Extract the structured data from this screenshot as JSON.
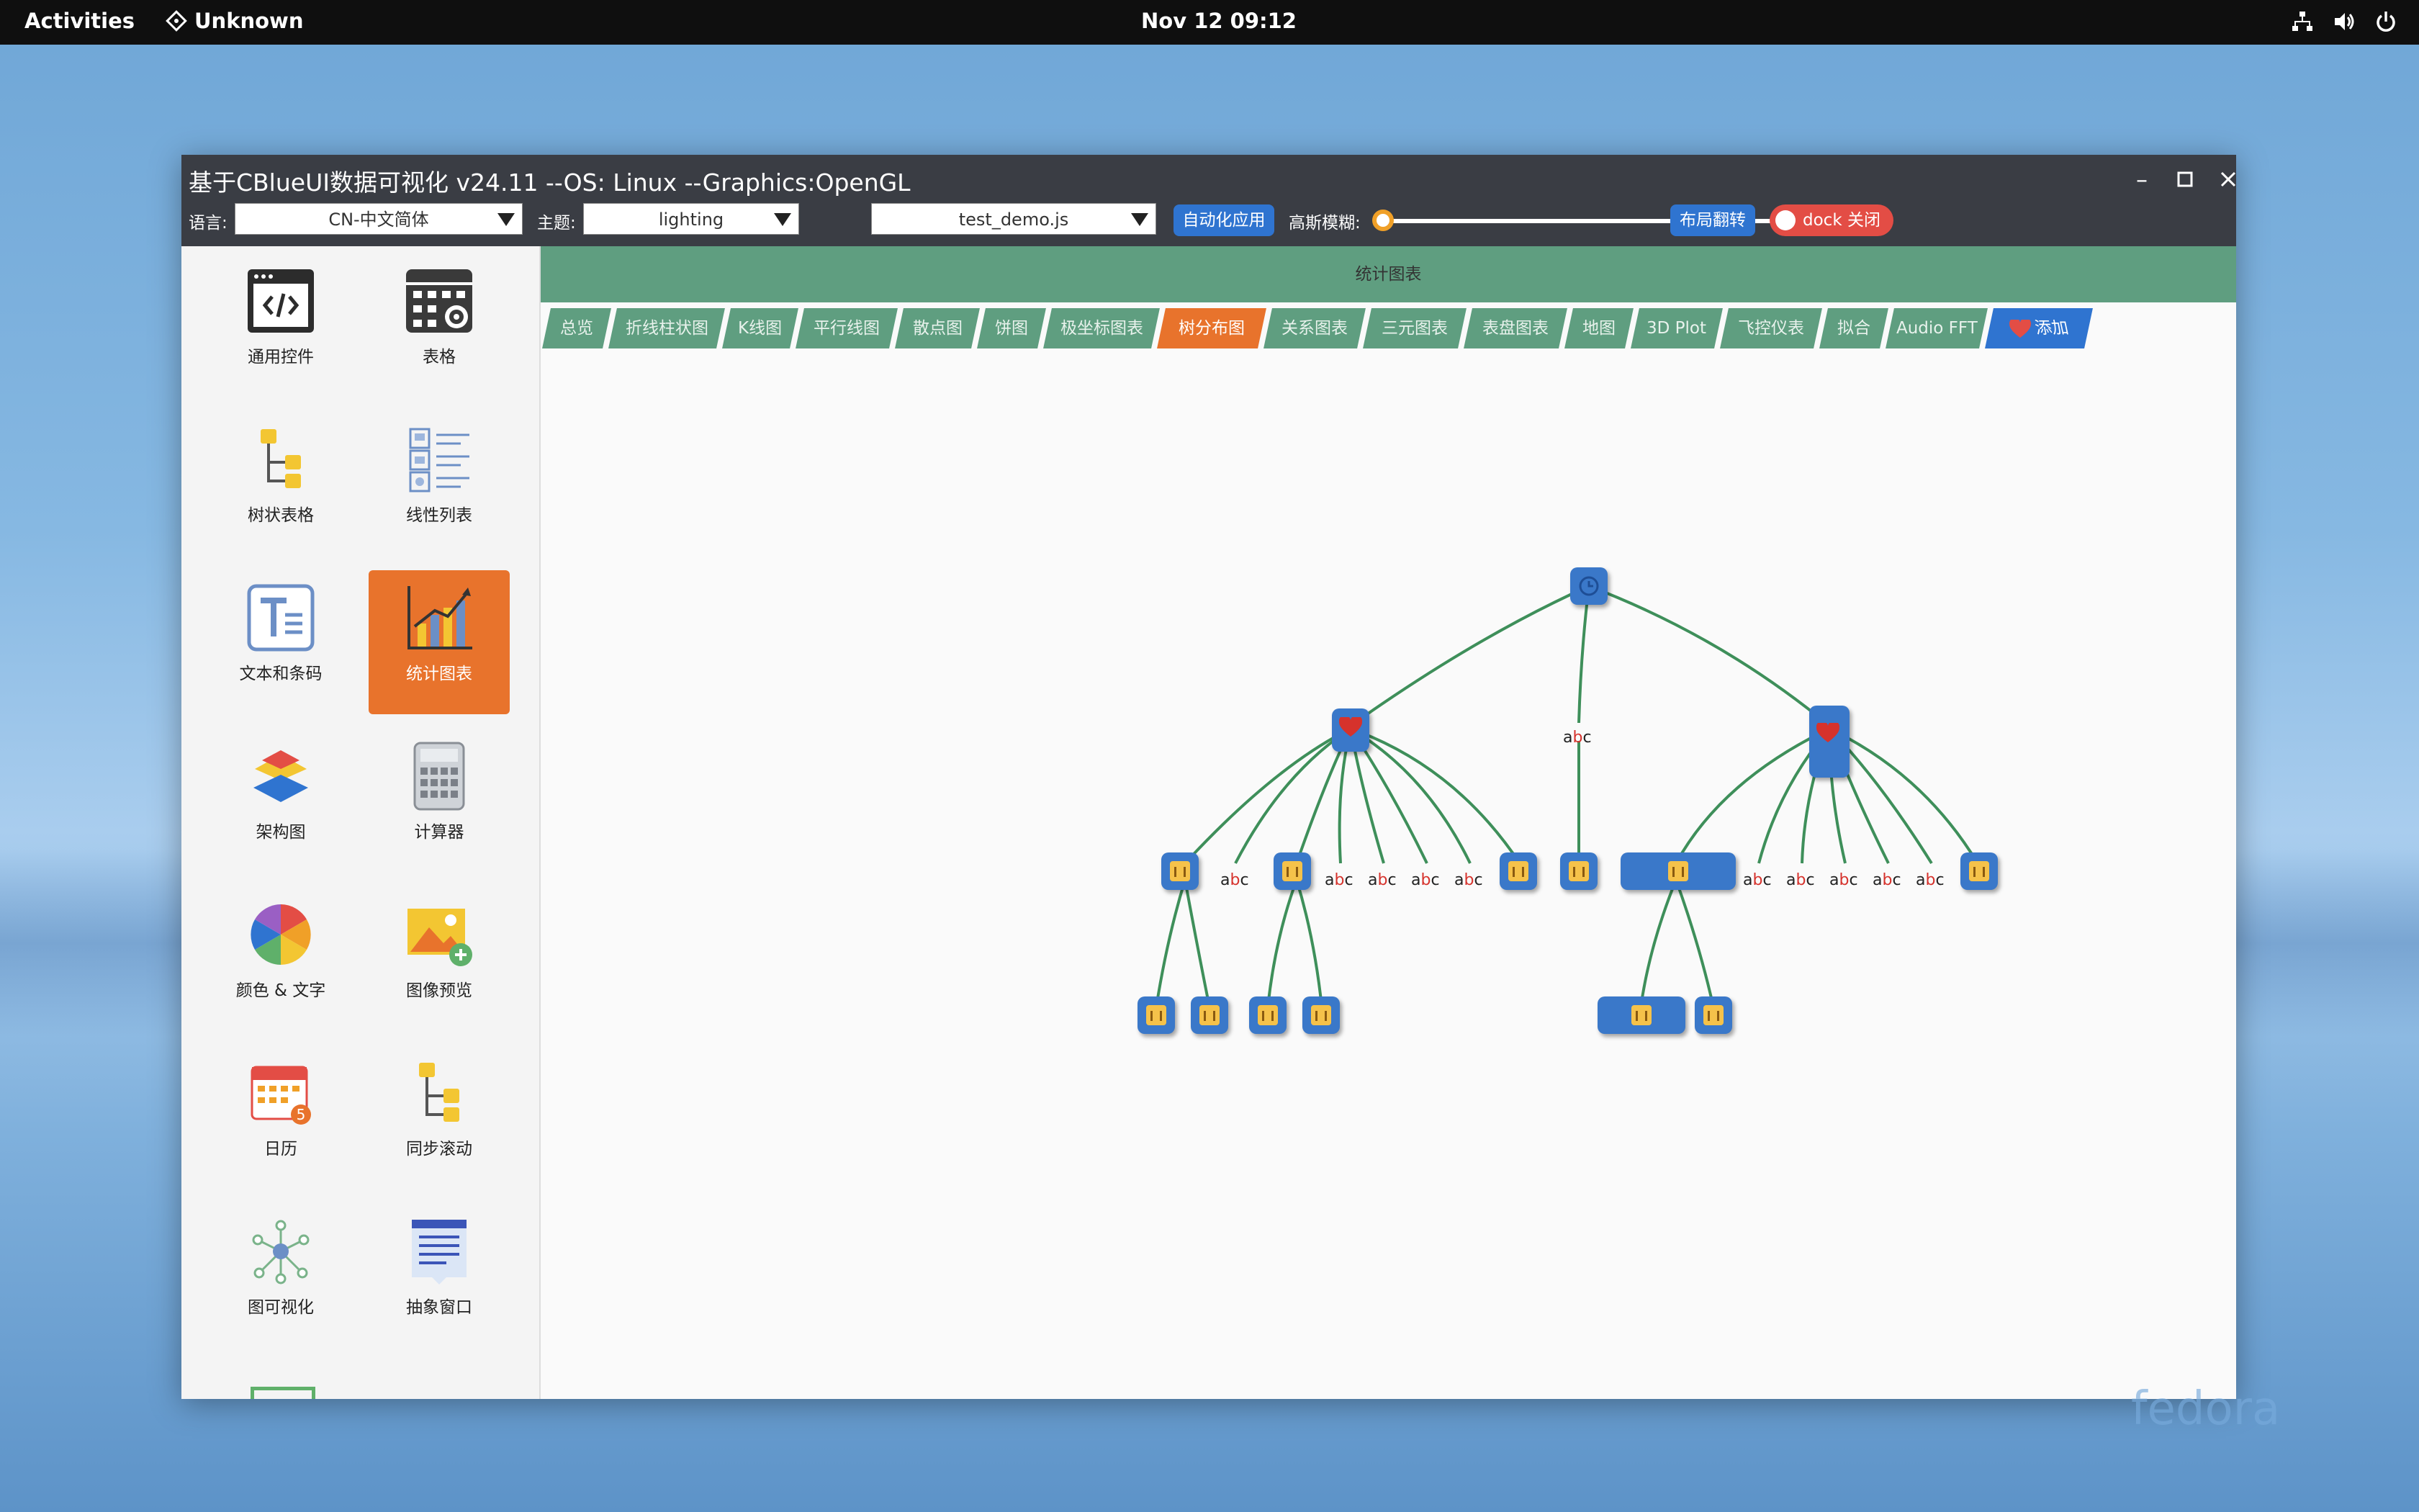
{
  "topbar": {
    "activities": "Activities",
    "app_name": "Unknown",
    "clock": "Nov 12  09:12"
  },
  "window": {
    "title": "基于CBlueUI数据可视化  v24.11  --OS: Linux  --Graphics:OpenGL",
    "toolbar": {
      "language_label": "语言:",
      "language_value": "CN-中文简体",
      "theme_label": "主题:",
      "theme_value": "lighting",
      "script_value": "test_demo.js",
      "auto_apply_label": "自动化应用",
      "blur_label": "高斯模糊:",
      "blur_value": 0,
      "flip_layout_label": "布局翻转",
      "dock_label": "dock 关闭"
    }
  },
  "sidebar": {
    "items": [
      {
        "label": "通用控件",
        "icon": "code-window-icon"
      },
      {
        "label": "表格",
        "icon": "table-settings-icon"
      },
      {
        "label": "树状表格",
        "icon": "tree-table-icon"
      },
      {
        "label": "线性列表",
        "icon": "linear-list-icon"
      },
      {
        "label": "文本和条码",
        "icon": "text-icon"
      },
      {
        "label": "统计图表",
        "icon": "chart-icon"
      },
      {
        "label": "架构图",
        "icon": "layers-icon"
      },
      {
        "label": "计算器",
        "icon": "calculator-icon"
      },
      {
        "label": "颜色 & 文字",
        "icon": "color-wheel-icon"
      },
      {
        "label": "图像预览",
        "icon": "image-add-icon"
      },
      {
        "label": "日历",
        "icon": "calendar-icon"
      },
      {
        "label": "同步滚动",
        "icon": "sync-scroll-icon"
      },
      {
        "label": "图可视化",
        "icon": "graph-icon"
      },
      {
        "label": "抽象窗口",
        "icon": "document-window-icon"
      }
    ],
    "active": "统计图表"
  },
  "main": {
    "header": "统计图表",
    "tabs": [
      "总览",
      "折线柱状图",
      "K线图",
      "平行线图",
      "散点图",
      "饼图",
      "极坐标图表",
      "树分布图",
      "关系图表",
      "三元图表",
      "表盘图表",
      "地图",
      "3D Plot",
      "飞控仪表",
      "拟合",
      "Audio FFT",
      "添加"
    ],
    "active_tab": "树分布图",
    "tree_labels": [
      "abc",
      "abc",
      "abc",
      "abc",
      "abc",
      "abc",
      "abc",
      "abc",
      "abc",
      "abc",
      "abc"
    ]
  },
  "colors": {
    "titlebar": "#3a3d44",
    "accent_orange": "#e8732c",
    "tab_green": "#5f9e80",
    "node_blue": "#3a78c9",
    "edge_green": "#3e8f5a",
    "button_blue": "#2f74d0",
    "dock_red": "#e34d45"
  },
  "watermark": "fedora"
}
